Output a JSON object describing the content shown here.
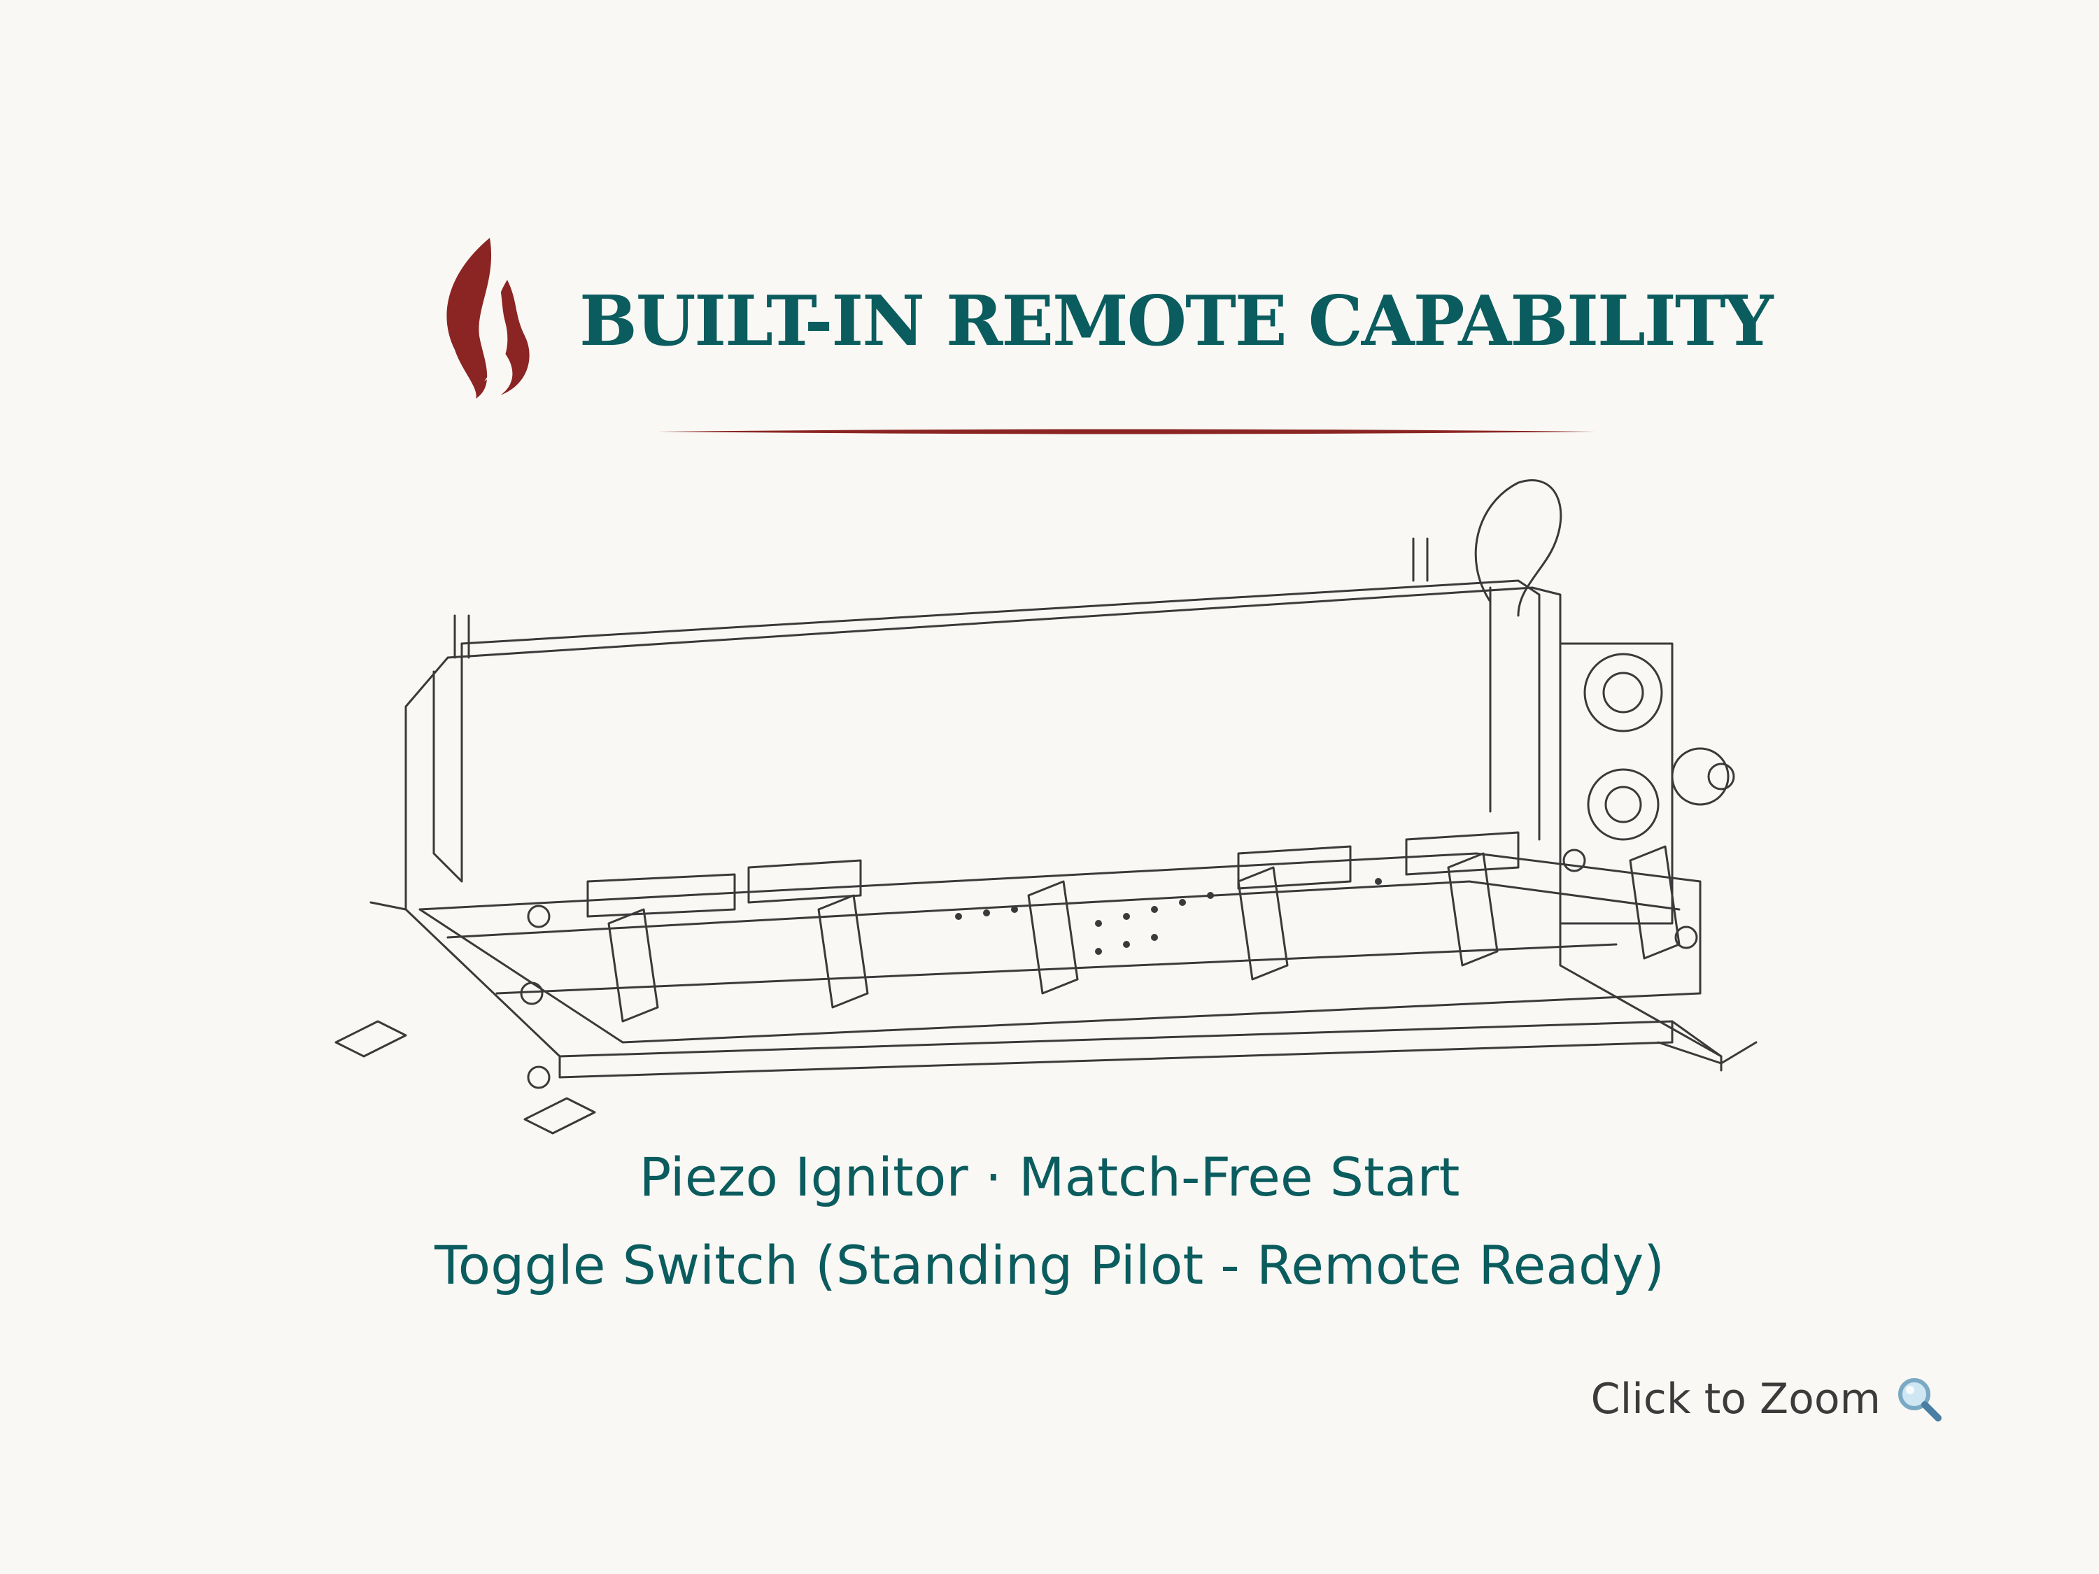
{
  "header": {
    "title": "BUILT-IN REMOTE CAPABILITY",
    "logo_icon": "flame-icon",
    "accent_color": "#8b2523",
    "title_color": "#0b5c5e"
  },
  "features": {
    "line1": "Piezo Ignitor · Match-Free Start",
    "line2": "Toggle Switch (Standing Pilot - Remote Ready)"
  },
  "zoom": {
    "label": "Click to Zoom",
    "icon": "magnifier-icon"
  },
  "product_image": {
    "icon": "burner-assembly-drawing"
  }
}
